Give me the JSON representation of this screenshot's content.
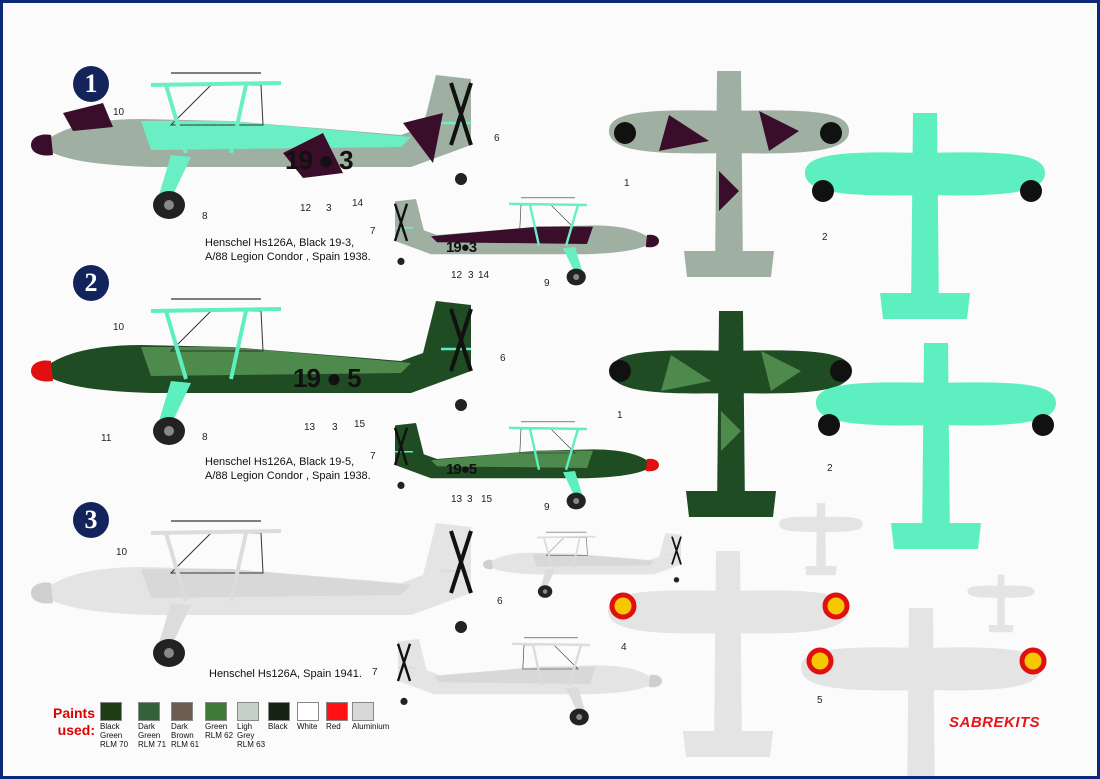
{
  "schemes": [
    {
      "marker": "1",
      "caption_line1": "Henschel Hs126A, Black 19-3,",
      "caption_line2": "A/88 Legion Condor , Spain 1938.",
      "code_main": "19",
      "code_end": "3",
      "code_small": "19",
      "code_small_end": "3"
    },
    {
      "marker": "2",
      "caption_line1": "Henschel Hs126A, Black 19-5,",
      "caption_line2": "A/88 Legion Condor , Spain 1938.",
      "code_main": "19",
      "code_end": "5",
      "code_small": "19",
      "code_small_end": "5"
    },
    {
      "marker": "3",
      "caption_line1": "Henschel Hs126A,  Spain 1941.",
      "caption_line2": ""
    }
  ],
  "callouts": {
    "n1": "1",
    "n2": "2",
    "n3": "3",
    "n4": "4",
    "n5": "5",
    "n6": "6",
    "n7": "7",
    "n8": "8",
    "n9": "9",
    "n10": "10",
    "n11": "11",
    "n12": "12",
    "n13": "13",
    "n14": "14",
    "n15": "15"
  },
  "paints": {
    "title_line1": "Paints",
    "title_line2": "used:",
    "swatches": [
      {
        "lines": [
          "Black",
          "Green",
          "RLM 70"
        ],
        "color": "#1e3d14"
      },
      {
        "lines": [
          "Dark",
          "Green",
          "RLM 71"
        ],
        "color": "#33623a"
      },
      {
        "lines": [
          "Dark",
          "Brown",
          "RLM 61"
        ],
        "color": "#6b5c52"
      },
      {
        "lines": [
          "Green",
          "RLM 62"
        ],
        "color": "#3f7a3a"
      },
      {
        "lines": [
          "Ligh",
          "Grey",
          "RLM 63"
        ],
        "color": "#c4d1c8"
      },
      {
        "lines": [
          "Black"
        ],
        "color": "#152315"
      },
      {
        "lines": [
          "White"
        ],
        "color": "#ffffff"
      },
      {
        "lines": [
          "Red"
        ],
        "color": "#ff1212"
      },
      {
        "lines": [
          "Aluminium"
        ],
        "color": "#d8d8d8"
      }
    ]
  },
  "brand": "SABREKITS",
  "colors": {
    "turquoise": "#5eefc0",
    "purple": "#3a0e2a",
    "grey_camo": "#a4b3a6",
    "dark_green": "#1f4c22",
    "mid_green": "#4d8a4c",
    "silver": "#e4e4e4",
    "red": "#e01010",
    "yellow": "#f5c800",
    "frame": "#0d2a78"
  }
}
